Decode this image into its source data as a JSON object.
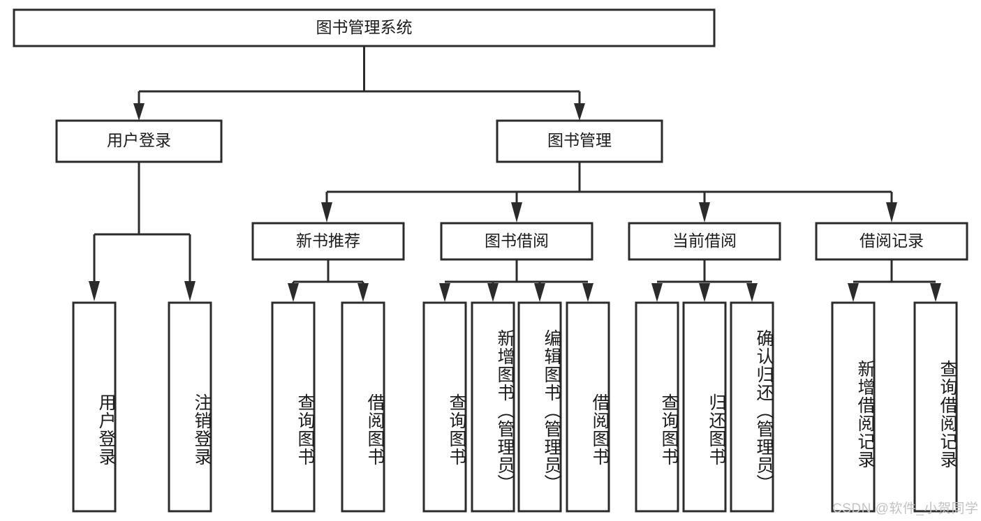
{
  "diagram": {
    "type": "tree-hierarchy-chart",
    "title": "图书管理系统",
    "orientation": "top-down",
    "colors": {
      "box_stroke": "#2b2b2b",
      "box_fill": "#ffffff",
      "connector": "#2b2b2b",
      "text": "#1b1b1b",
      "watermark": "#c3c3c3",
      "background": "#ffffff"
    },
    "root": {
      "label": "图书管理系统"
    },
    "level1": [
      {
        "label": "用户登录"
      },
      {
        "label": "图书管理"
      }
    ],
    "level2": [
      {
        "label": "新书推荐"
      },
      {
        "label": "图书借阅"
      },
      {
        "label": "当前借阅"
      },
      {
        "label": "借阅记录"
      }
    ],
    "leaves": {
      "user_login": [
        {
          "label": "用户登录"
        },
        {
          "label": "注销登录"
        }
      ],
      "new_book_recommend": [
        {
          "label": "查询图书"
        },
        {
          "label": "借阅图书"
        }
      ],
      "book_borrow": [
        {
          "label": "查询图书"
        },
        {
          "label": "新增图书（管理员）"
        },
        {
          "label": "编辑图书（管理员）"
        },
        {
          "label": "借阅图书"
        }
      ],
      "current_borrow": [
        {
          "label": "查询图书"
        },
        {
          "label": "归还图书"
        },
        {
          "label": "确认归还（管理员）"
        }
      ],
      "borrow_record": [
        {
          "label": "新增借阅记录"
        },
        {
          "label": "查询借阅记录"
        }
      ]
    },
    "watermark": "CSDN @软件_小贺同学"
  }
}
